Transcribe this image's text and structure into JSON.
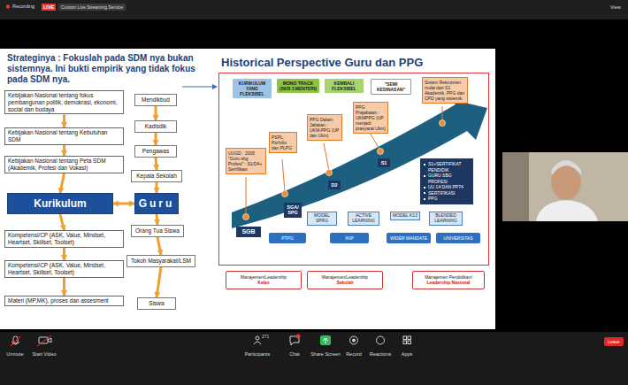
{
  "diagram": {
    "title": "Strateginya : Fokuslah pada SDM nya bukan sistemnya. Ini bukti empirik yang tidak fokus pada SDM nya.",
    "nodes": [
      {
        "text": [
          "Kebijakan Nasional tentang fokus pembangunan politik, demokrasi, ekonomi, social dan budaya"
        ]
      },
      {
        "text": [
          "Kebijakan Nasional tentang Kebutuhan SDM"
        ]
      },
      {
        "text": [
          "Kebijakan Nasional tentang Peta SDM (Akademik, Profesi dan Vokasi)"
        ]
      },
      {
        "text": [
          "Kurikulum"
        ]
      },
      {
        "text": [
          "Kompetensi/CP (ASK, Value, Mindset, Heartset, Skillset, Toolset)"
        ]
      },
      {
        "text": [
          "Kompetensi/CP (ASK, Value, Mindset, Heartset, Skillset, Toolset)"
        ]
      },
      {
        "text": [
          "Materi (MP,MK), proses dan assesment"
        ]
      },
      {
        "text": [
          "Mendikbud"
        ]
      },
      {
        "text": [
          "Kadisdik"
        ]
      },
      {
        "text": [
          "Pengawas"
        ]
      },
      {
        "text": [
          "Kepala Sekolah"
        ]
      },
      {
        "text": [
          "Guru"
        ]
      },
      {
        "text": [
          "Orang Tua Siswa"
        ]
      },
      {
        "text": [
          "Tokoh Masyarakat/LSM"
        ]
      },
      {
        "text": [
          "Siswa"
        ]
      },
      {
        "text": [
          "Historical Perspective Guru dan PPG"
        ]
      },
      {
        "text": [
          "KURIKULUM YANG FLEKSIBEL"
        ],
        "in": 15
      },
      {
        "text": [
          "MONO TRACK (SKB 3 MENTERI)"
        ],
        "in": 15
      },
      {
        "text": [
          "KEMBALI FLEKSIBEL"
        ],
        "in": 15
      },
      {
        "text": [
          "\"SEMI KEDINASAN\""
        ],
        "in": 15
      },
      {
        "text": [
          "Sistem Rekrutmen mulai dari S1 Akademik, PPG dan CPD yang sistemik"
        ],
        "in": 15
      },
      {
        "text": [
          "PPG Prajabatan : UKMPPG (UP menjadi prasyarat Ukin)"
        ],
        "in": 15
      },
      {
        "text": [
          "PPG Dalam Jabatan : UKM-PPG (UP dan Ukin)"
        ],
        "in": 15
      },
      {
        "text": [
          "PSPL, Porfolio dan PLPG"
        ],
        "in": 15
      },
      {
        "text": [
          "UUGD : 2005 \"Guru sbg Profesi\" : S1/D4+ Sertifikasi"
        ],
        "in": 15
      },
      {
        "text": [
          "S1+SERTIFIKAT PENDIDIK",
          "GURU SBG PROFESI",
          "UU 14 DAN PP74",
          "SERTIFIKASI",
          "PPG"
        ],
        "in": 15
      },
      {
        "text": [
          "S1"
        ],
        "in": 15
      },
      {
        "text": [
          "D2"
        ],
        "in": 15
      },
      {
        "text": [
          "SGA/ SPG"
        ],
        "in": 15
      },
      {
        "text": [
          "SGB"
        ],
        "in": 15
      },
      {
        "text": [
          "MODEL SPRG"
        ],
        "in": 15
      },
      {
        "text": [
          "ACTIVE LEARNING"
        ],
        "in": 15
      },
      {
        "text": [
          "MODEL K13"
        ],
        "in": 15
      },
      {
        "text": [
          "BLENDED LEARNING"
        ],
        "in": 15
      },
      {
        "text": [
          "PTPG"
        ],
        "in": 15
      },
      {
        "text": [
          "IKIP"
        ],
        "in": 15
      },
      {
        "text": [
          "WIDER MANDATE"
        ],
        "in": 15
      },
      {
        "text": [
          "UNIVERSITAS"
        ],
        "in": 15
      },
      {
        "text": [
          "Manajemen/Leadership",
          "Kelas"
        ]
      },
      {
        "text": [
          "Manajemen/Leadership",
          "Sekolah"
        ]
      },
      {
        "text": [
          "Manajemen Pendidikan/",
          "Leadership Nasional"
        ]
      }
    ],
    "edges": [
      {
        "from": 0,
        "to": 1,
        "arrow": "to"
      },
      {
        "from": 1,
        "to": 2,
        "arrow": "to"
      },
      {
        "from": 2,
        "to": 3,
        "arrow": "to"
      },
      {
        "from": 3,
        "to": 4,
        "arrow": "to"
      },
      {
        "from": 4,
        "to": 5,
        "arrow": "to"
      },
      {
        "from": 5,
        "to": 6,
        "arrow": "to"
      },
      {
        "from": 3,
        "to": 11,
        "arrow": "both"
      },
      {
        "from": 7,
        "to": 8,
        "arrow": "to"
      },
      {
        "from": 8,
        "to": 9,
        "arrow": "to"
      },
      {
        "from": 9,
        "to": 10,
        "arrow": "to"
      },
      {
        "from": 10,
        "to": 11,
        "arrow": "to"
      },
      {
        "from": 11,
        "to": 12,
        "arrow": "to"
      },
      {
        "from": 12,
        "to": 13,
        "arrow": "to"
      },
      {
        "from": 13,
        "to": 14,
        "arrow": "to"
      }
    ],
    "labels": [
      "Recording",
      "LIVE",
      "Custom Live Streaming Service",
      "View",
      "Unmute",
      "Start Video",
      "271",
      "Participants",
      "Chat",
      "Share Screen",
      "Record",
      "Reactions",
      "Apps",
      "Leave"
    ]
  }
}
